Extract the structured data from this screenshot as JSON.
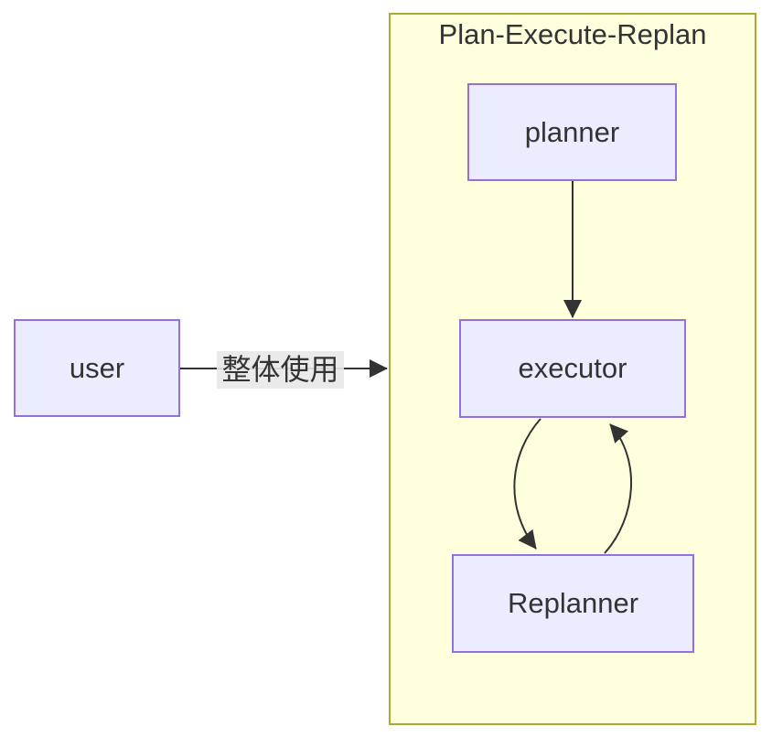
{
  "diagram": {
    "type": "flowchart",
    "title": "Plan-Execute-Replan",
    "cluster": {
      "label": "Plan-Execute-Replan",
      "contains": [
        "planner",
        "executor",
        "Replanner"
      ]
    },
    "nodes": {
      "user": {
        "label": "user"
      },
      "planner": {
        "label": "planner"
      },
      "executor": {
        "label": "executor"
      },
      "replanner": {
        "label": "Replanner"
      }
    },
    "edges": [
      {
        "from": "user",
        "to": "Plan-Execute-Replan",
        "label": "整体使用"
      },
      {
        "from": "planner",
        "to": "executor",
        "label": ""
      },
      {
        "from": "executor",
        "to": "Replanner",
        "label": ""
      },
      {
        "from": "Replanner",
        "to": "executor",
        "label": ""
      }
    ],
    "colors": {
      "node_fill": "#ECECFF",
      "node_border": "#9370DB",
      "cluster_fill": "#ffffde",
      "cluster_border": "#aaaa33",
      "edge_stroke": "#333333",
      "text": "#333333",
      "edge_label_bg": "#e8e8e8",
      "page_bg": "#ffffff"
    }
  }
}
